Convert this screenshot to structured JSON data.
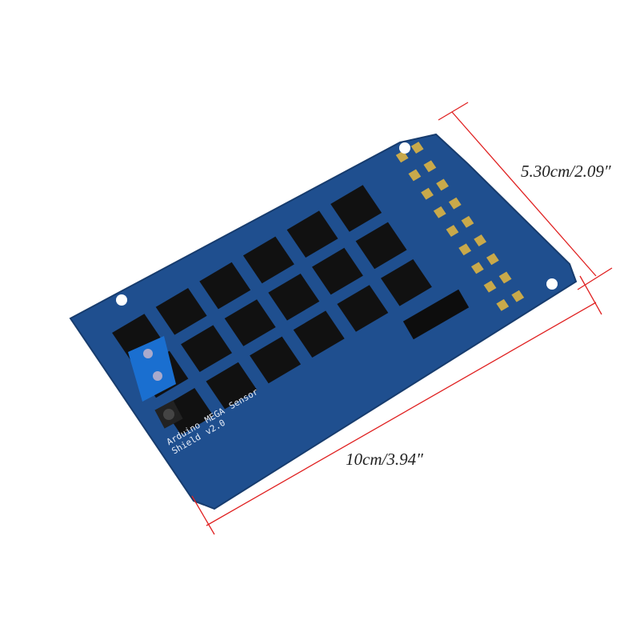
{
  "product": {
    "board_silkscreen": "Arduino MEGA Sensor Shield v2.0",
    "board_color": "#1f4f8f",
    "header_color": "#111111",
    "terminal_color": "#1a6fd0"
  },
  "dimensions": {
    "width_label": "5.30cm/2.09″",
    "length_label": "10cm/3.94″",
    "line_color": "#e02020"
  }
}
